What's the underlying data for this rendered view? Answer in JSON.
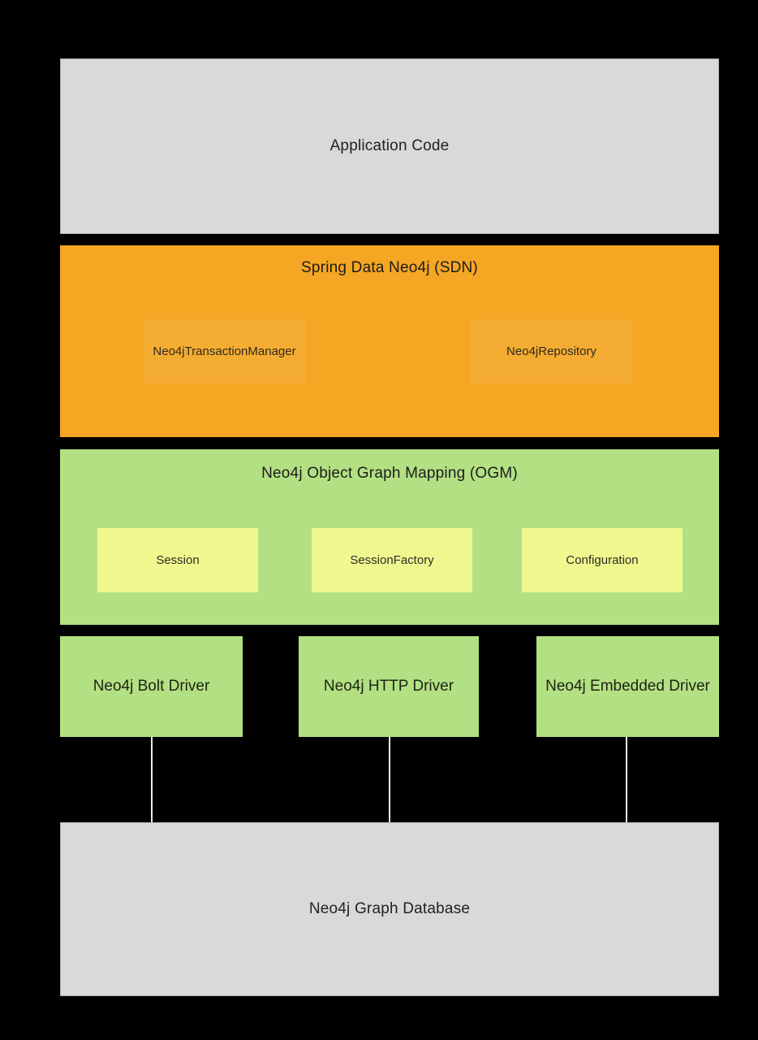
{
  "diagram": {
    "background_color": "#000000",
    "application": {
      "label": "Application Code",
      "fill": "#d9d9d9"
    },
    "sdn": {
      "title": "Spring Data Neo4j (SDN)",
      "fill": "#f5a623",
      "children": [
        {
          "label": "Neo4jTransactionManager"
        },
        {
          "label": "Neo4jRepository"
        }
      ]
    },
    "ogm": {
      "title": "Neo4j Object Graph Mapping (OGM)",
      "fill": "#b3e083",
      "children": [
        {
          "label": "Session"
        },
        {
          "label": "SessionFactory"
        },
        {
          "label": "Configuration"
        }
      ],
      "child_fill": "#eff78f"
    },
    "drivers": [
      {
        "label": "Neo4j Bolt Driver"
      },
      {
        "label": "Neo4j HTTP Driver"
      },
      {
        "label": "Neo4j Embedded Driver"
      }
    ],
    "driver_fill": "#b3e083",
    "connector_color": "#ececec",
    "database": {
      "label": "Neo4j Graph Database",
      "fill": "#d9d9d9"
    }
  }
}
